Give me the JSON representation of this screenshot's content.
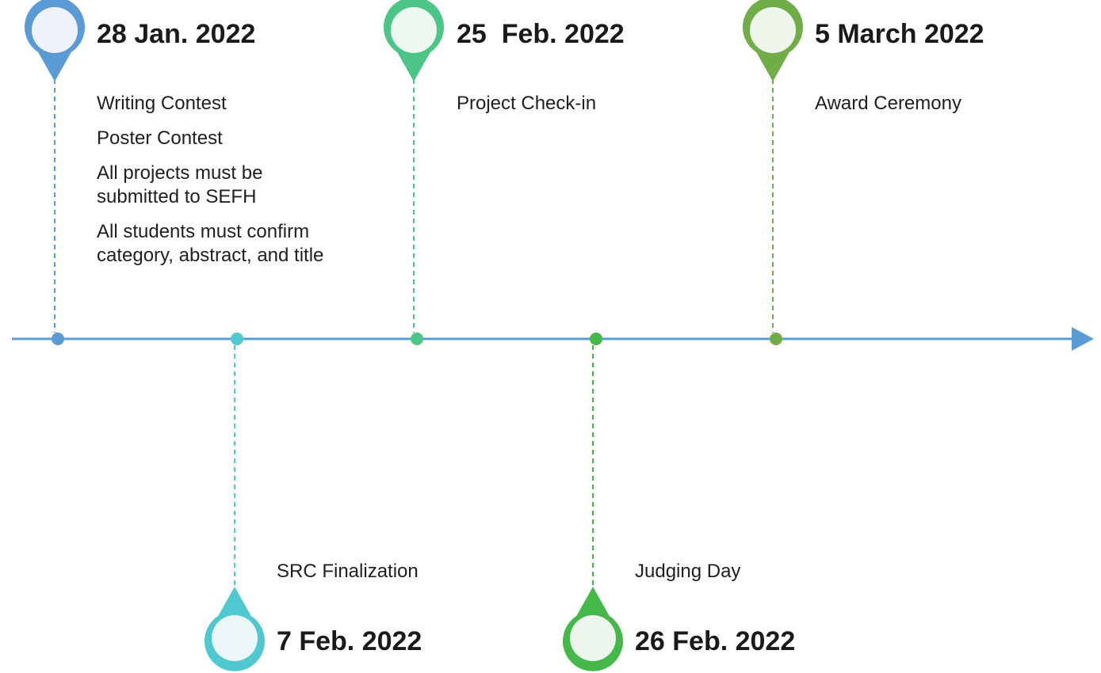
{
  "colors": {
    "axis": "#5b9bd5",
    "blue": "#5b9bd5",
    "teal": "#4fc9cf",
    "green": "#4cc687",
    "mid_green": "#45b84a",
    "olive": "#70ad47",
    "pin_fill": "#eef5ee"
  },
  "events": [
    {
      "id": "ev1",
      "date": "28 Jan. 2022",
      "items": [
        "Writing Contest",
        "Poster Contest",
        "All projects must be submitted to SEFH",
        "All students must confirm category, abstract, and title"
      ]
    },
    {
      "id": "ev2",
      "date": "7 Feb. 2022",
      "items": [
        "SRC Finalization"
      ]
    },
    {
      "id": "ev3",
      "date": "25  Feb. 2022",
      "items": [
        "Project Check-in"
      ]
    },
    {
      "id": "ev4",
      "date": "26 Feb. 2022",
      "items": [
        "Judging Day"
      ]
    },
    {
      "id": "ev5",
      "date": "5 March 2022",
      "items": [
        "Award Ceremony"
      ]
    }
  ]
}
